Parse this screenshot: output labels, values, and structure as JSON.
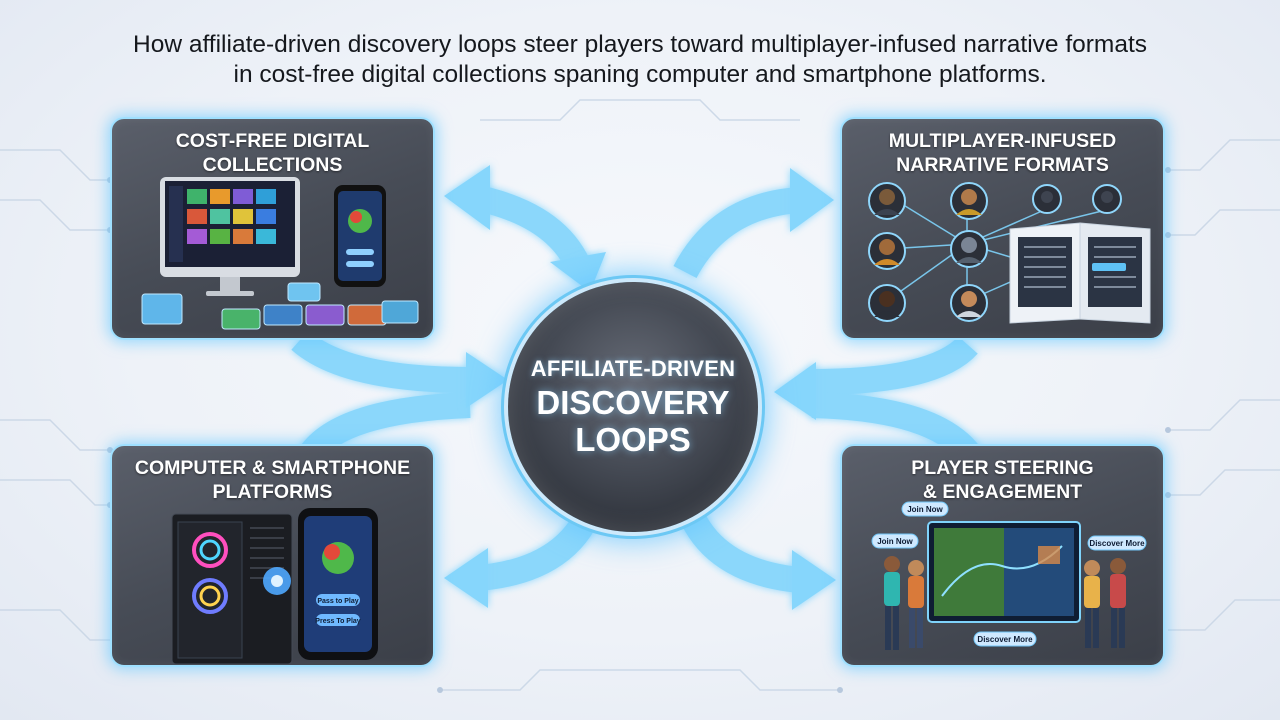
{
  "title": {
    "line1": "How affiliate-driven discovery loops steer players toward multiplayer-infused narrative formats",
    "line2": "in cost-free digital collections spaning computer and smartphone platforms."
  },
  "hub": {
    "line1": "AFFILIATE-DRIVEN",
    "line2": "DISCOVERY",
    "line3": "LOOPS"
  },
  "panels": {
    "top_left": {
      "title_line1": "COST-FREE DIGITAL",
      "title_line2": "COLLECTIONS"
    },
    "top_right": {
      "title_line1": "MULTIPLAYER-INFUSED",
      "title_line2": "NARRATIVE FORMATS"
    },
    "bottom_left": {
      "title_line1": "COMPUTER & SMARTPHONE",
      "title_line2": "PLATFORMS",
      "phone_button_1": "Pass to Play",
      "phone_button_2": "Press To Play"
    },
    "bottom_right": {
      "title_line1": "PLAYER STEERING",
      "title_line2": "& ENGAGEMENT",
      "bubble_1": "Join Now",
      "bubble_2": "Join Now",
      "bubble_3": "Discover More",
      "bubble_4": "Discover More"
    }
  },
  "colors": {
    "arrow": "#7fd3fb",
    "glow": "#62c4ff",
    "panel_bg": "#474c56",
    "panel_border": "#9fe0ff",
    "title_text": "#15181d"
  }
}
